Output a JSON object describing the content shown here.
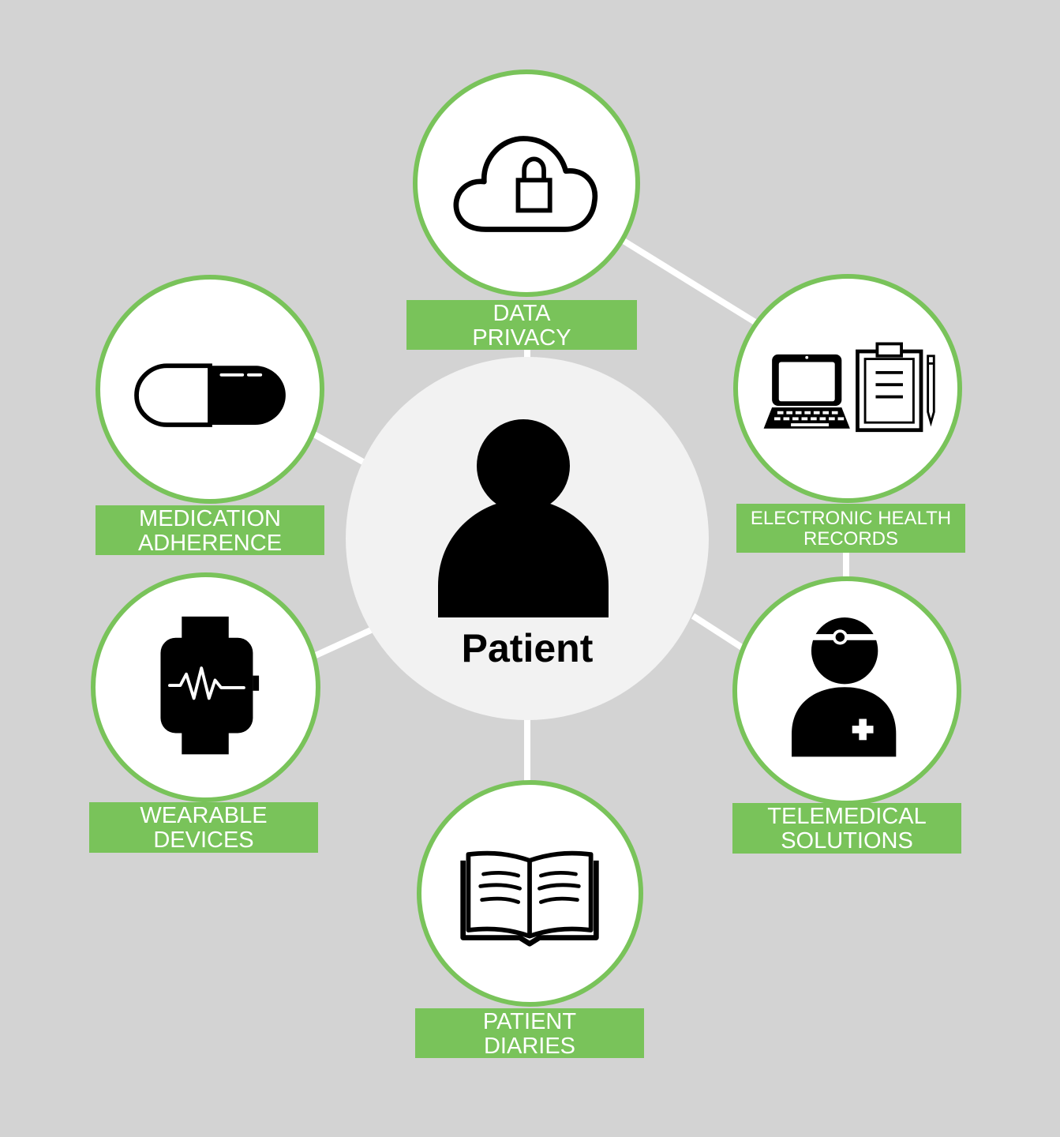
{
  "colors": {
    "background": "#d3d3d3",
    "accent": "#79c35a",
    "center_fill": "#f2f2f2",
    "icon": "#000000",
    "label_text": "#ffffff"
  },
  "center": {
    "label": "Patient",
    "icon": "person-icon"
  },
  "nodes": [
    {
      "id": "data-privacy",
      "icon": "cloud-lock-icon",
      "line1": "DATA",
      "line2": "PRIVACY"
    },
    {
      "id": "electronic-health-records",
      "icon": "laptop-clipboard-icon",
      "line1": "ELECTRONIC HEALTH",
      "line2": "RECORDS"
    },
    {
      "id": "telemedical-solutions",
      "icon": "doctor-icon",
      "line1": "TELEMEDICAL",
      "line2": "SOLUTIONS"
    },
    {
      "id": "patient-diaries",
      "icon": "open-book-icon",
      "line1": "PATIENT",
      "line2": "DIARIES"
    },
    {
      "id": "wearable-devices",
      "icon": "smartwatch-icon",
      "line1": "WEARABLE",
      "line2": "DEVICES"
    },
    {
      "id": "medication-adherence",
      "icon": "pill-capsule-icon",
      "line1": "MEDICATION",
      "line2": "ADHERENCE"
    }
  ]
}
